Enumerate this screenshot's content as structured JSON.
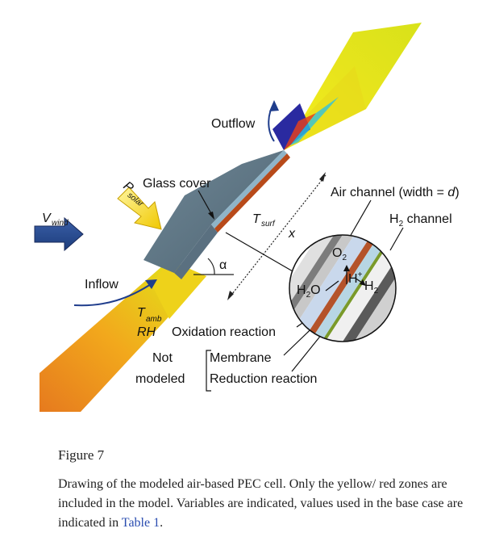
{
  "labels": {
    "outflow": "Outflow",
    "glass_cover": "Glass cover",
    "p": "P",
    "p_sub": "solar",
    "v": "V",
    "v_sub": "wind",
    "inflow": "Inflow",
    "t_surf": "T",
    "t_surf_sub": "surf",
    "x": "x",
    "alpha": "α",
    "t_amb": "T",
    "t_amb_sub": "amb",
    "rh": "RH",
    "air_channel": "Air channel (width = ",
    "air_channel_d": "d",
    "air_channel_close": ")",
    "h2_channel_pre": "H",
    "h2_channel_sub": "2",
    "h2_channel_post": " channel",
    "o2": "O",
    "o2_sub": "2",
    "h_plus": "H",
    "h_plus_sup": "+",
    "h2": "H",
    "h2_sub": "2",
    "h2o_pre": "H",
    "h2o_sub": "2",
    "h2o_post": "O",
    "oxidation": "Oxidation reaction",
    "not": "Not",
    "modeled": "modeled",
    "membrane": "Membrane",
    "reduction": "Reduction reaction"
  },
  "caption": {
    "title": "Figure 7",
    "text": "Drawing of the modeled air-based PEC cell. Only the yellow/ red zones are included in the model. Variables are indicated, values used in the base case are indicated in ",
    "link": "Table 1",
    "end": "."
  }
}
